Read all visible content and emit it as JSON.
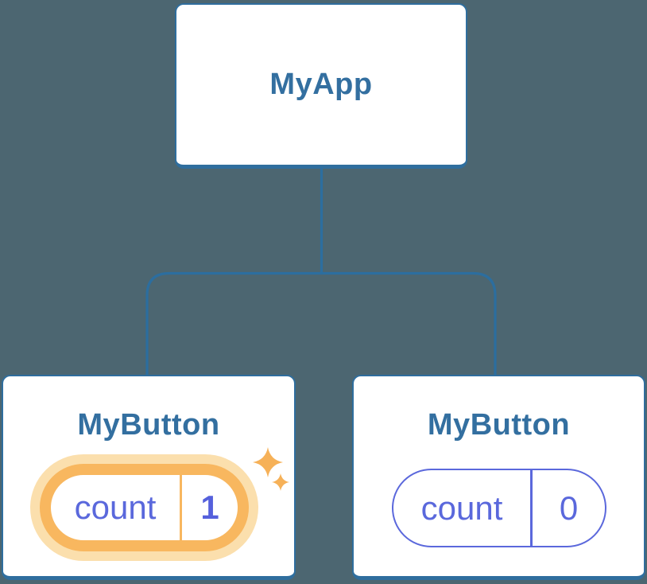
{
  "diagram": {
    "type": "component-tree",
    "root": {
      "label": "MyApp"
    },
    "children": [
      {
        "title": "MyButton",
        "state": {
          "key": "count",
          "value": "1"
        },
        "highlighted": true,
        "note": "state just updated (sparkles + orange glow)"
      },
      {
        "title": "MyButton",
        "state": {
          "key": "count",
          "value": "0"
        },
        "highlighted": false
      }
    ],
    "edges": [
      {
        "from": "MyApp",
        "to": "MyButton (count 1)"
      },
      {
        "from": "MyApp",
        "to": "MyButton (count 0)"
      }
    ]
  },
  "icons": {
    "sparkle_large": "sparkle-icon",
    "sparkle_small": "sparkle-icon"
  },
  "palette": {
    "background": "#4C6671",
    "card_fill": "#FFFFFF",
    "card_border": "#2F6E9E",
    "connector": "#2C6E9F",
    "title_text": "#336FA0",
    "state_purple": "#5B68DC",
    "highlight_orange": "#F8B75F",
    "highlight_halo": "#FBDFAD",
    "sparkle_orange": "#F6B158"
  }
}
